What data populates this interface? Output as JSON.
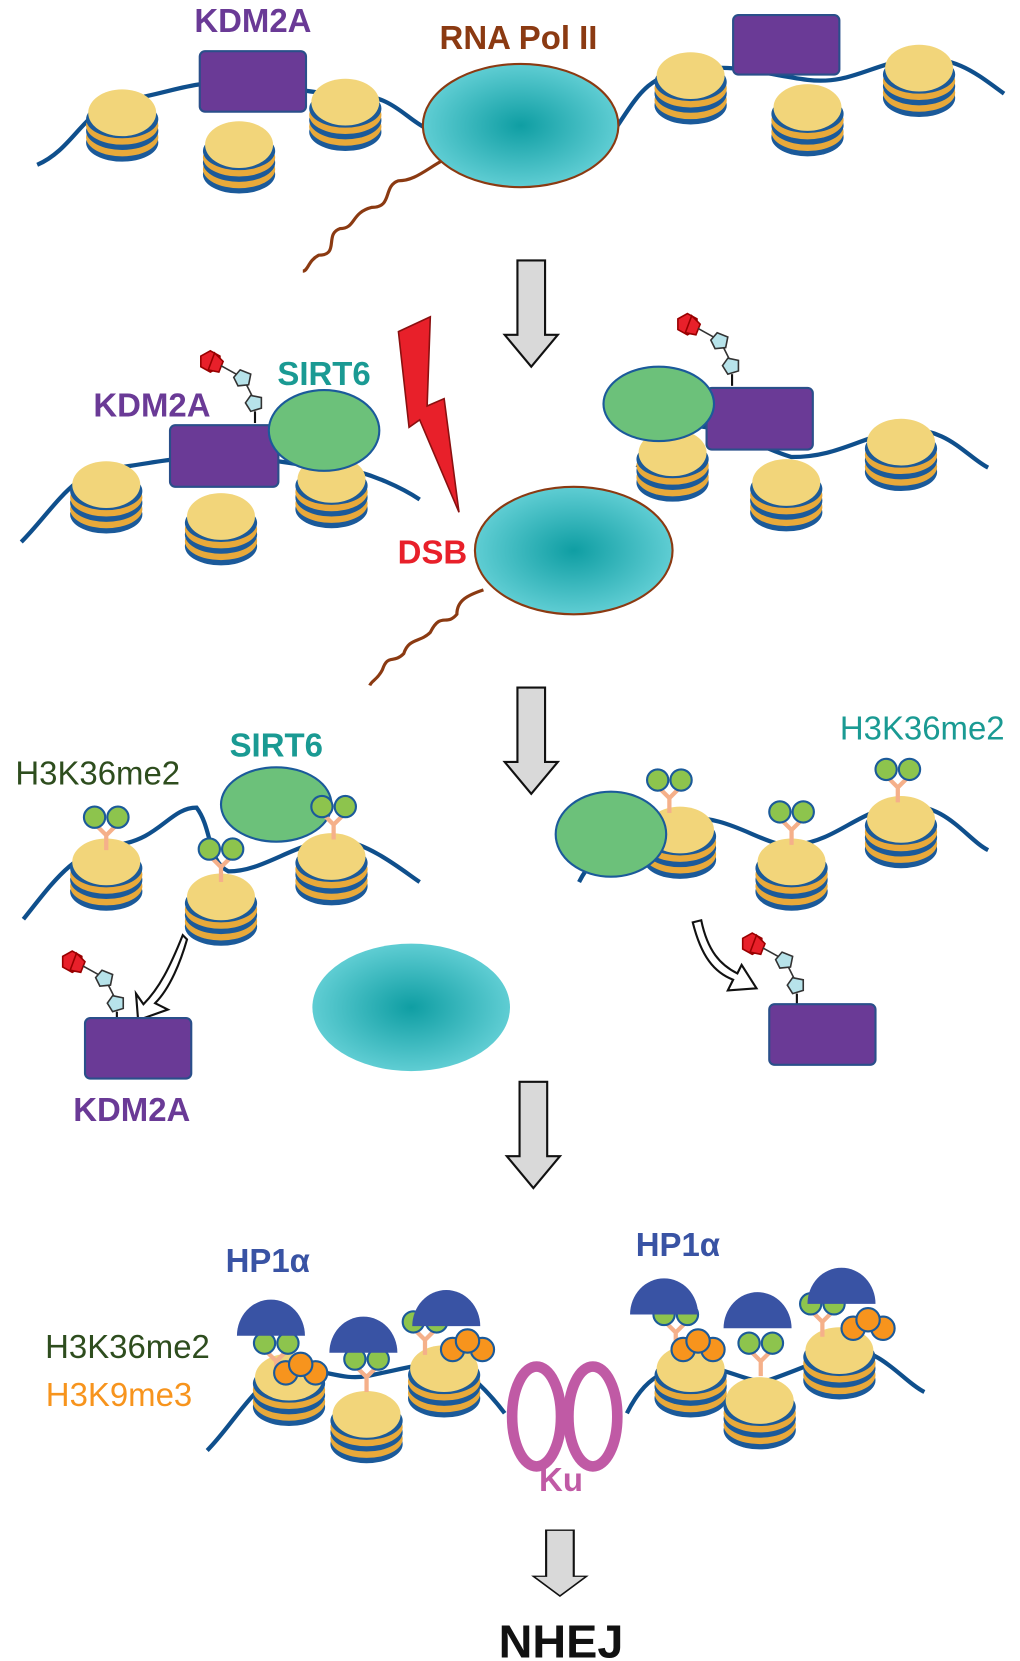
{
  "panel1": {
    "kdm2a": "KDM2A",
    "polymerase": "RNA Pol II"
  },
  "panel2": {
    "sirt6": "SIRT6",
    "kdm2a": "KDM2A",
    "dsb": "DSB"
  },
  "panel3": {
    "sirt6": "SIRT6",
    "mark_left": "H3K36me2",
    "mark_right": "H3K36me2",
    "kdm2a": "KDM2A"
  },
  "panel4": {
    "hp1_left": "HP1α",
    "hp1_right": "HP1α",
    "mark_k36": "H3K36me2",
    "mark_k9": "H3K9me3",
    "ku": "Ku"
  },
  "outcome": "NHEJ",
  "colors": {
    "kdm2a": "#6a3a96",
    "polymerase": "#4fc3c9",
    "sirt6": "#6cc17a",
    "dsb": "#e8202a",
    "hp1": "#3953a4",
    "k36": "#8dc44d",
    "k9": "#f7941d",
    "ku": "#c05aa5",
    "nucleosome": "#f2d57a",
    "dna": "#0f4f8c",
    "rna": "#8b3a12"
  }
}
